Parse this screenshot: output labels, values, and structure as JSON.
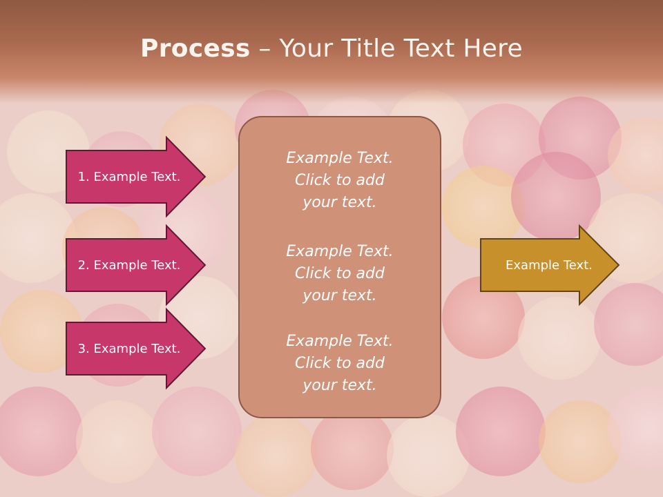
{
  "slide": {
    "title_bold": "Process",
    "title_rest": " – Your Title Text Here"
  },
  "left_steps": [
    {
      "label": "1. Example Text."
    },
    {
      "label": "2. Example Text."
    },
    {
      "label": "3. Example Text."
    }
  ],
  "center_box": {
    "blocks": [
      {
        "line1": "Example Text.",
        "line2": "Click  to add",
        "line3": "your text."
      },
      {
        "line1": "Example Text.",
        "line2": "Click  to add",
        "line3": "your text."
      },
      {
        "line1": "Example Text.",
        "line2": "Click  to add",
        "line3": "your text."
      }
    ]
  },
  "result": {
    "label": "Example Text."
  },
  "colors": {
    "step_fill": "#c8376a",
    "step_stroke": "#5e1a34",
    "result_fill": "#c7902a",
    "result_stroke": "#5f4513",
    "center_fill": "#cf9178"
  }
}
